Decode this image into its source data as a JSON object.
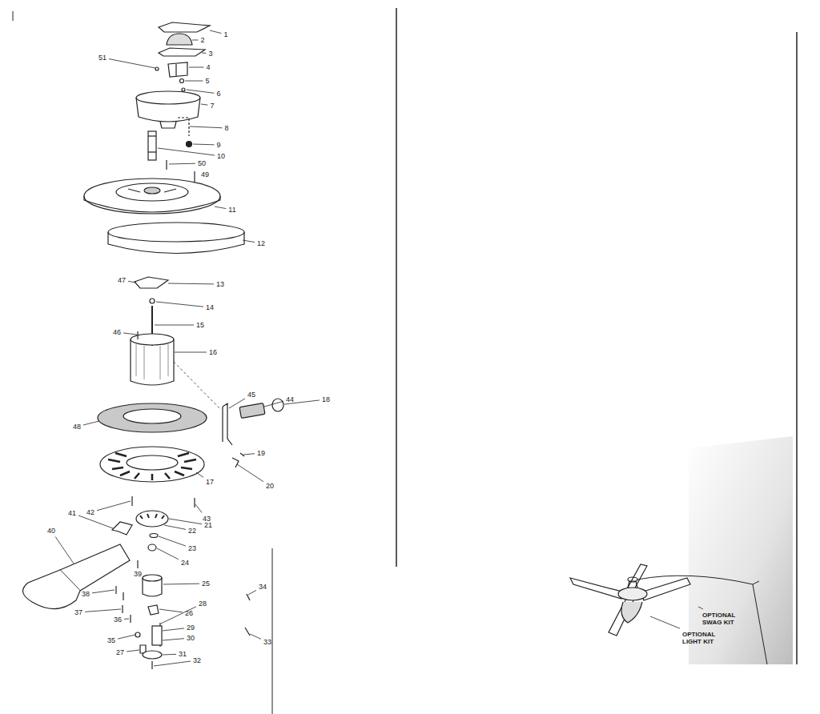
{
  "diagram": {
    "labels": [
      "1",
      "2",
      "51",
      "3",
      "4",
      "5",
      "6",
      "7",
      "8",
      "9",
      "10",
      "50",
      "49",
      "11",
      "12",
      "47",
      "13",
      "14",
      "15",
      "46",
      "16",
      "45",
      "18",
      "44",
      "48",
      "19",
      "17",
      "20",
      "42",
      "41",
      "43",
      "21",
      "22",
      "40",
      "23",
      "24",
      "39",
      "25",
      "34",
      "38",
      "28",
      "37",
      "26",
      "36",
      "29",
      "30",
      "35",
      "33",
      "27",
      "31",
      "32",
      "OPTIONAL SWAG KIT",
      "OPTIONAL LIGHT KIT"
    ]
  }
}
